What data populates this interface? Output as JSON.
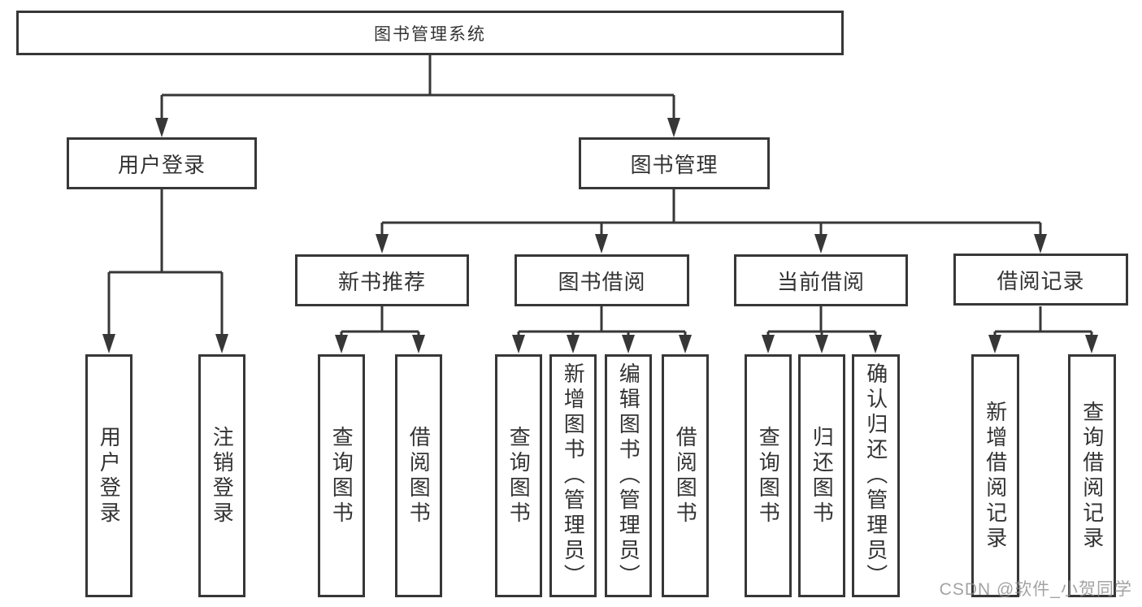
{
  "diagram": {
    "title": "图书管理系统",
    "tree": {
      "label": "图书管理系统",
      "children": [
        {
          "label": "用户登录",
          "children": [
            {
              "label": "用户登录"
            },
            {
              "label": "注销登录"
            }
          ]
        },
        {
          "label": "图书管理",
          "children": [
            {
              "label": "新书推荐",
              "children": [
                {
                  "label": "查询图书"
                },
                {
                  "label": "借阅图书"
                }
              ]
            },
            {
              "label": "图书借阅",
              "children": [
                {
                  "label": "查询图书"
                },
                {
                  "label": "新增图书（管理员）"
                },
                {
                  "label": "编辑图书（管理员）"
                },
                {
                  "label": "借阅图书"
                }
              ]
            },
            {
              "label": "当前借阅",
              "children": [
                {
                  "label": "查询图书"
                },
                {
                  "label": "归还图书"
                },
                {
                  "label": "确认归还（管理员）"
                }
              ]
            },
            {
              "label": "借阅记录",
              "children": [
                {
                  "label": "新增借阅记录"
                },
                {
                  "label": "查询借阅记录"
                }
              ]
            }
          ]
        }
      ]
    },
    "colors": {
      "line": "#373737",
      "text": "#333333",
      "background": "#ffffff",
      "watermark": "#8c8c8c"
    }
  },
  "watermark": {
    "text": "CSDN @软件_小贺同学"
  }
}
